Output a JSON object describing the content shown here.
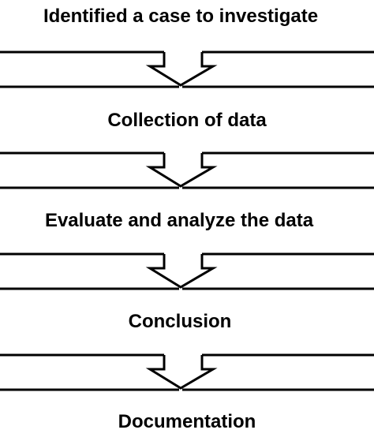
{
  "steps": [
    {
      "label": "Identified a case to investigate"
    },
    {
      "label": "Collection of data"
    },
    {
      "label": "Evaluate and analyze the data"
    },
    {
      "label": "Conclusion"
    },
    {
      "label": "Documentation"
    }
  ],
  "connector_count": 4,
  "colors": {
    "stroke": "#000000",
    "background": "#ffffff"
  }
}
